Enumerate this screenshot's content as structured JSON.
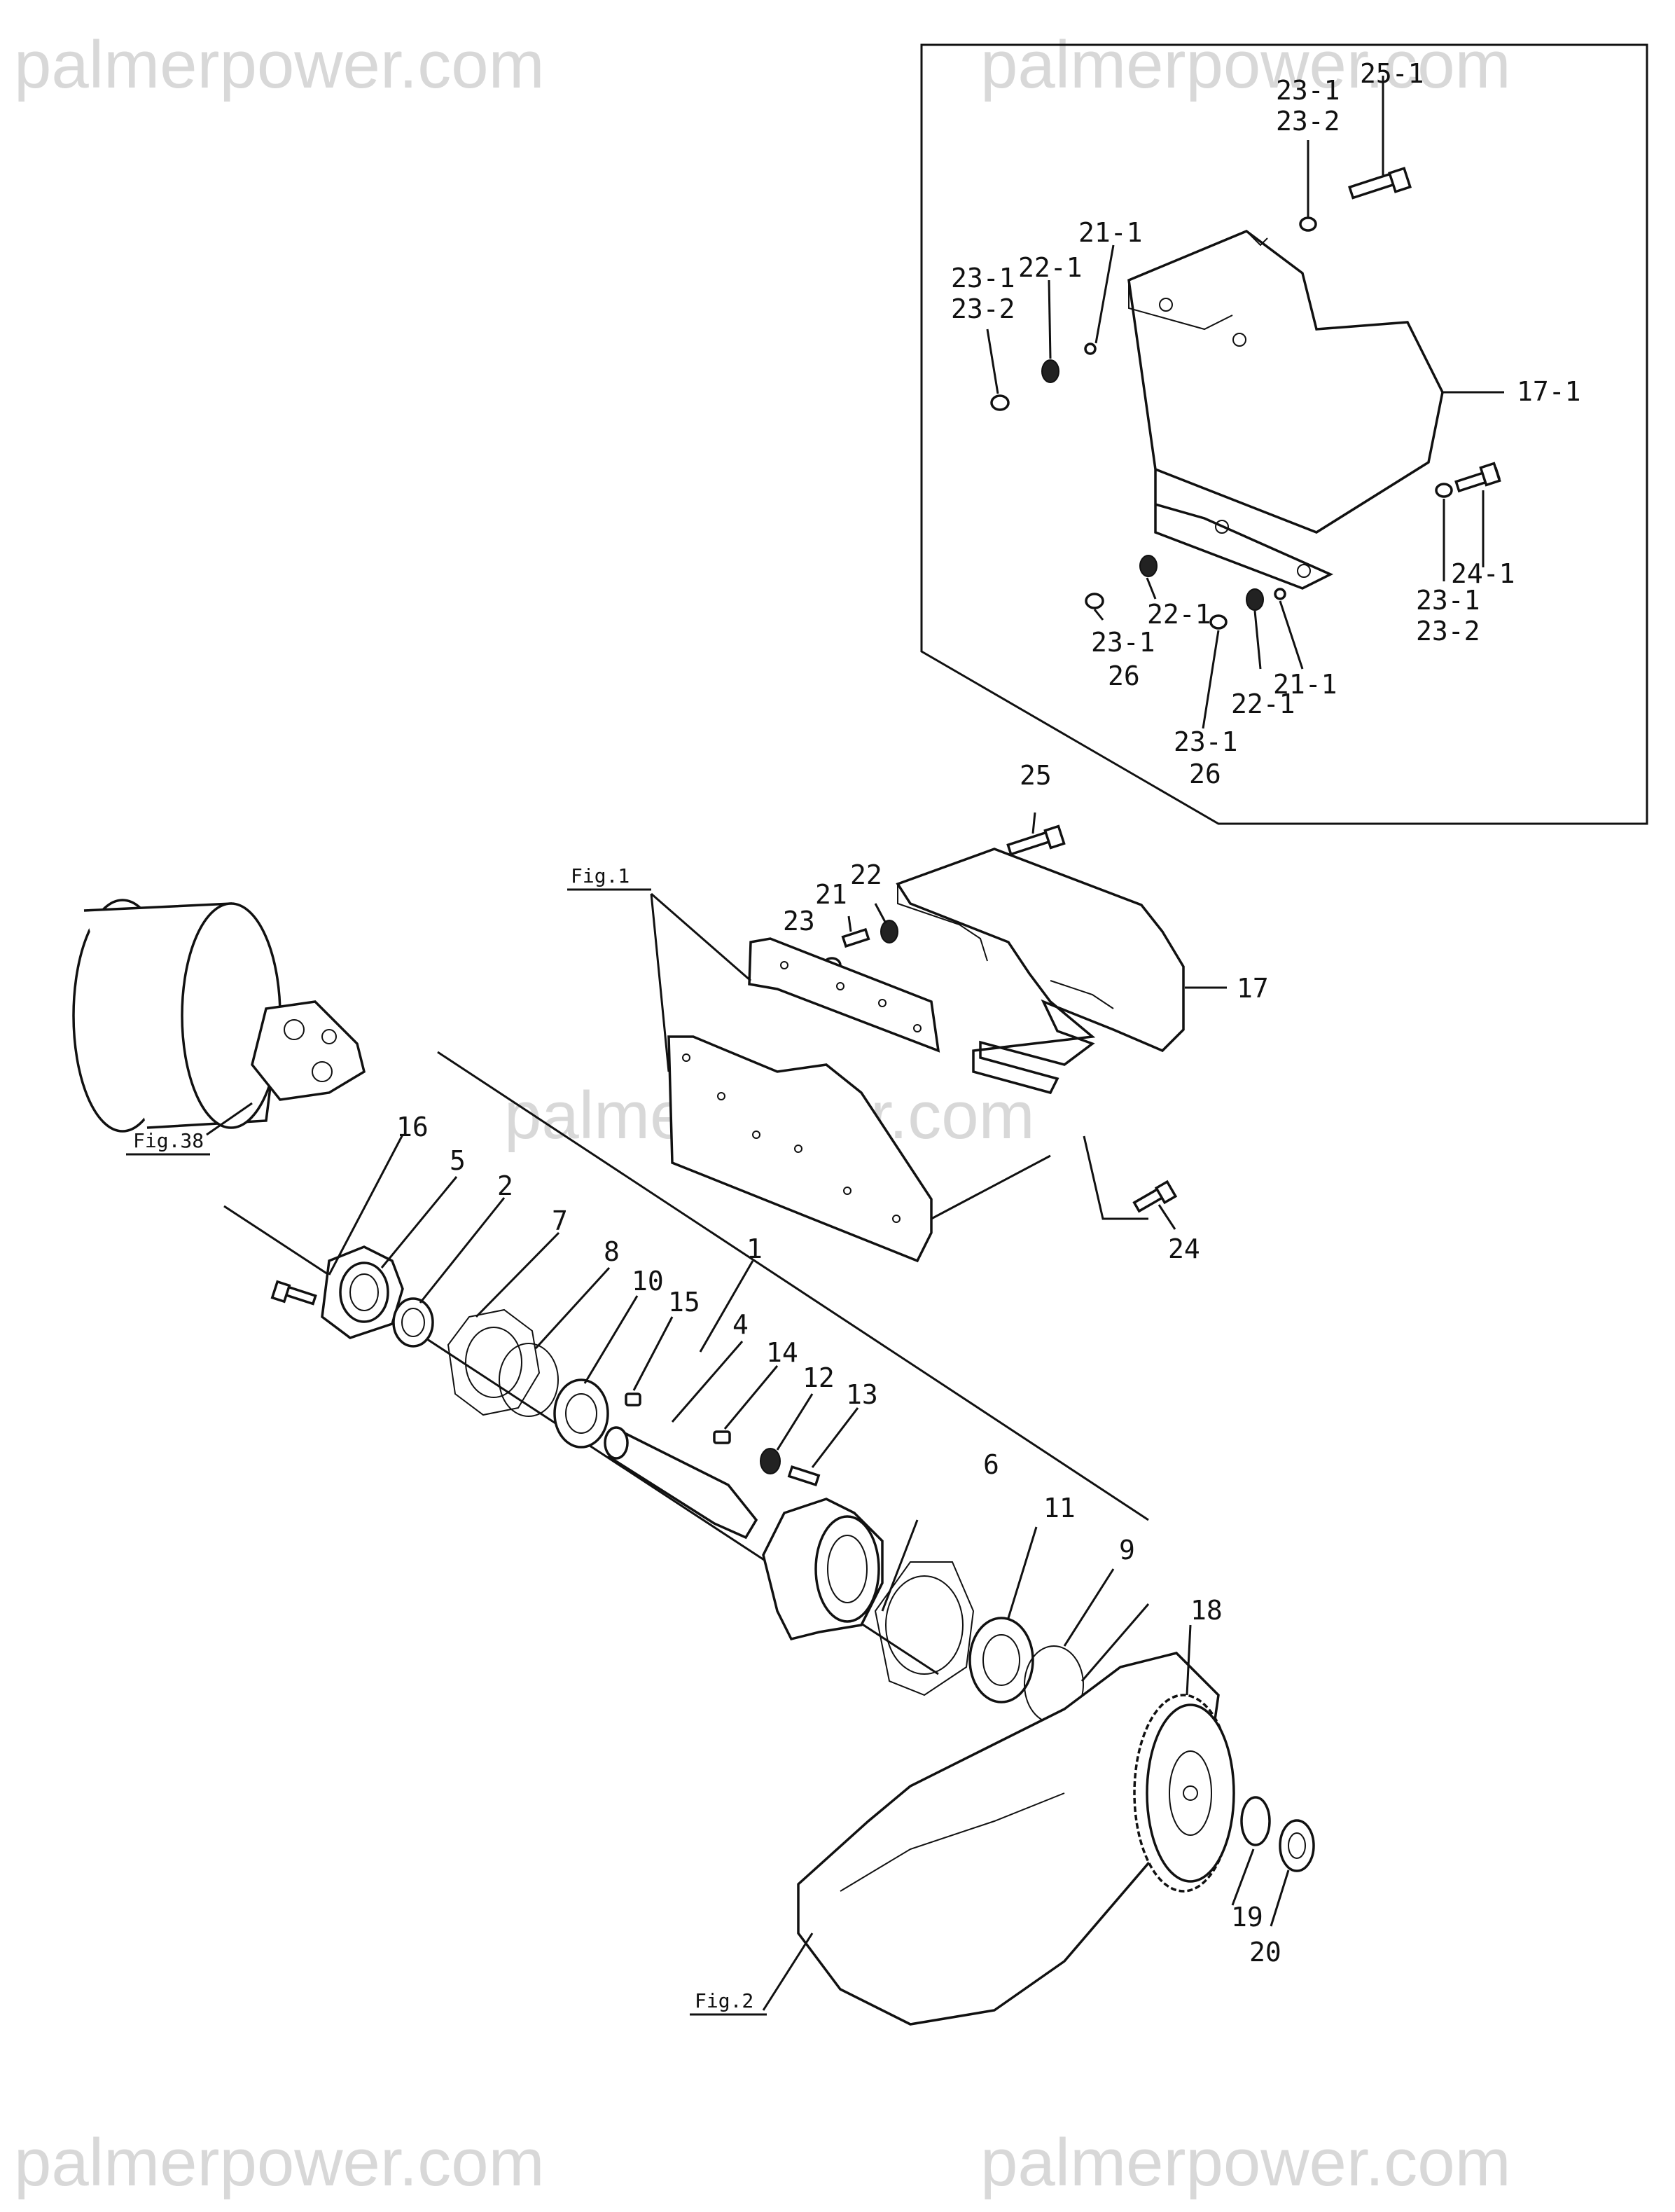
{
  "watermark": "palmerpower.com",
  "figure_refs": {
    "fig1": "Fig.1",
    "fig38": "Fig.38",
    "fig2": "Fig.2"
  },
  "inset_labels": {
    "p25_1": "25-1",
    "p23_1_top": "23-1",
    "p23_2_top": "23-2",
    "p21_1_top": "21-1",
    "p22_1_top": "22-1",
    "p23_1_left": "23-1",
    "p23_2_left": "23-2",
    "p17_1": "17-1",
    "p24_1": "24-1",
    "p23_1_right": "23-1",
    "p23_2_right": "23-2",
    "p22_1_mid": "22-1",
    "p23_1_mid": "23-1",
    "p26_mid": "26",
    "p22_1_low": "22-1",
    "p21_1_low": "21-1",
    "p23_1_low": "23-1",
    "p26_low": "26"
  },
  "main_labels": {
    "p25": "25",
    "p22": "22",
    "p21": "21",
    "p23": "23",
    "p17": "17",
    "p24": "24",
    "p16": "16",
    "p5": "5",
    "p2": "2",
    "p7": "7",
    "p8": "8",
    "p1": "1",
    "p10": "10",
    "p15": "15",
    "p4": "4",
    "p14": "14",
    "p12": "12",
    "p13": "13",
    "p6": "6",
    "p11": "11",
    "p9": "9",
    "p18": "18",
    "p19": "19",
    "p20": "20"
  }
}
